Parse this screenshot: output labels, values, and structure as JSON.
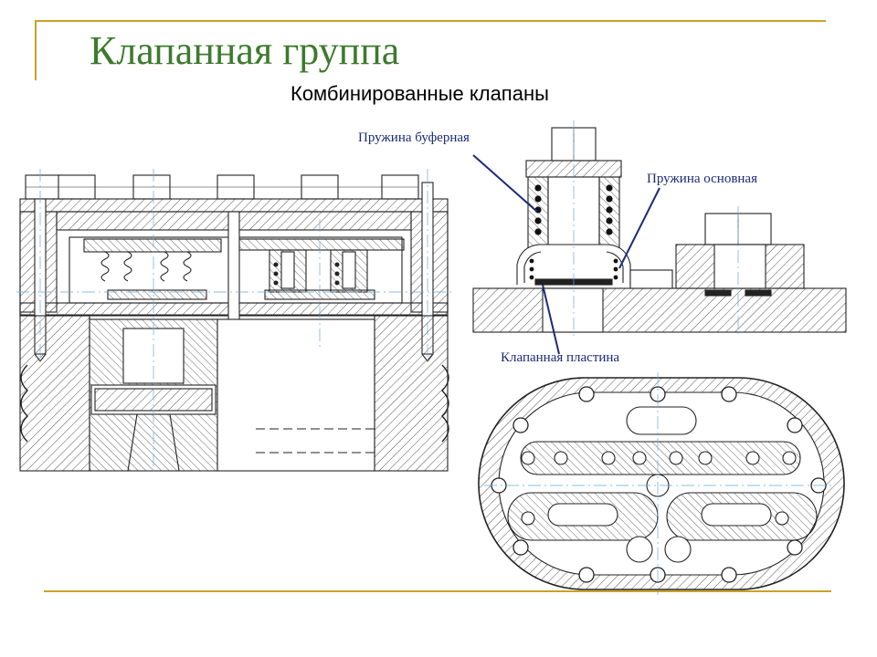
{
  "slide": {
    "title": "Клапанная группа",
    "subtitle": "Комбинированные клапаны",
    "accent_color": "#c9a227",
    "title_color": "#3d7a2e"
  },
  "labels": {
    "spring_buffer": "Пружина буферная",
    "spring_main": "Пружина основная",
    "valve_plate": "Клапанная пластина"
  }
}
